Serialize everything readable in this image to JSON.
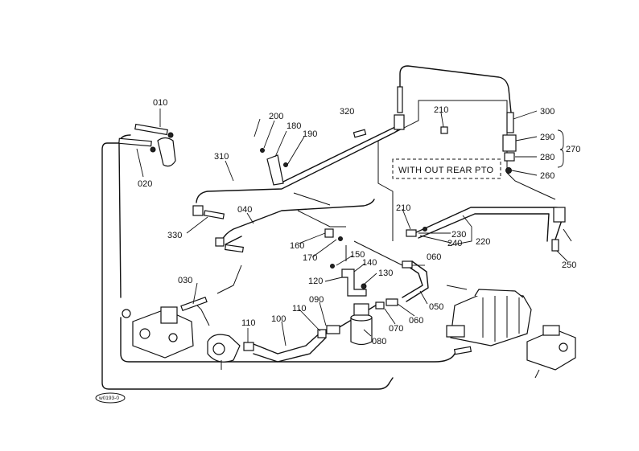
{
  "diagram": {
    "note_box": "WITH OUT REAR PTO",
    "figure_code": "w0193-0",
    "part_labels": {
      "p010": "010",
      "p020": "020",
      "p030": "030",
      "p040": "040",
      "p050": "050",
      "p060a": "060",
      "p060b": "060",
      "p070": "070",
      "p080": "080",
      "p090": "090",
      "p100": "100",
      "p110a": "110",
      "p110b": "110",
      "p120": "120",
      "p130": "130",
      "p140": "140",
      "p150": "150",
      "p160": "160",
      "p170": "170",
      "p180": "180",
      "p190": "190",
      "p200": "200",
      "p210a": "210",
      "p210b": "210",
      "p220": "220",
      "p230": "230",
      "p240": "240",
      "p250": "250",
      "p260": "260",
      "p270": "270",
      "p280": "280",
      "p290": "290",
      "p300": "300",
      "p310": "310",
      "p320": "320",
      "p330": "330"
    }
  }
}
